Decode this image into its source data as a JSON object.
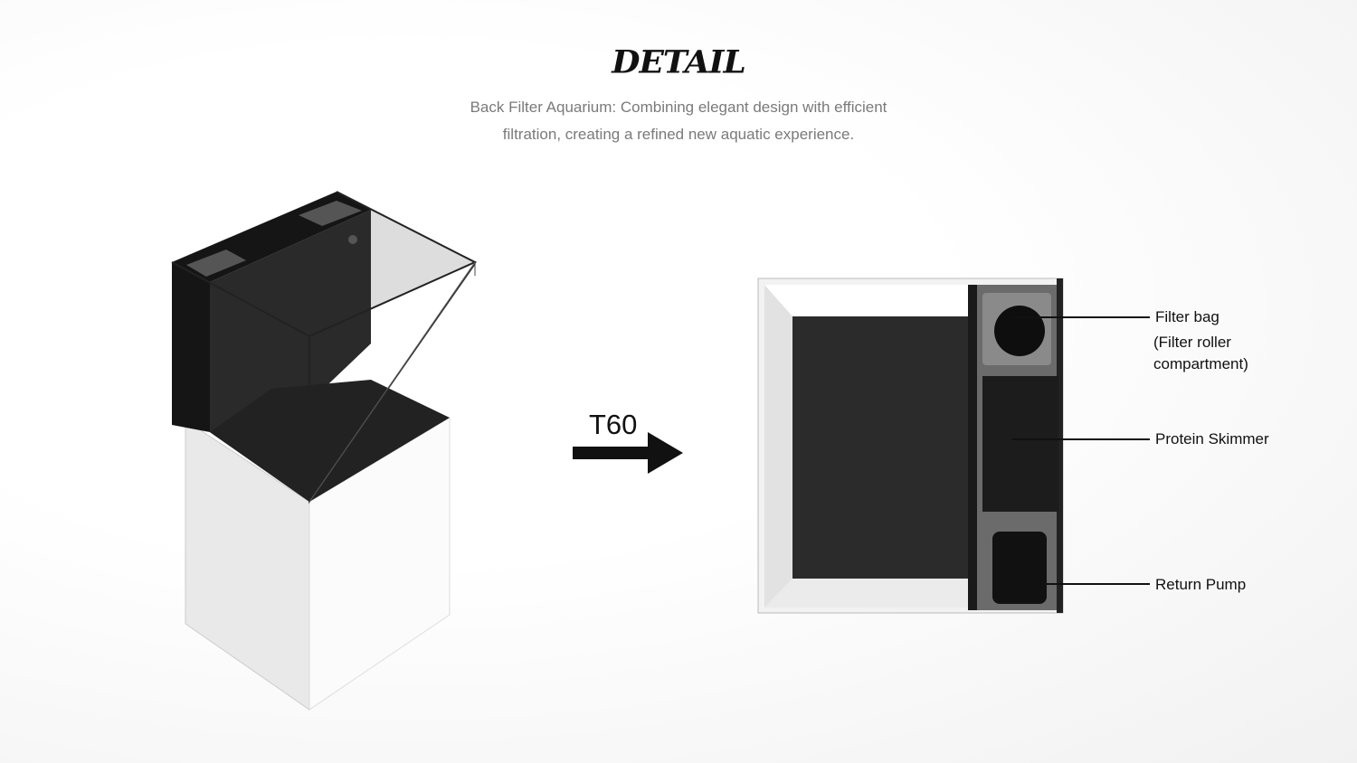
{
  "header": {
    "title": "DETAIL",
    "subtitle_line1": "Back Filter Aquarium: Combining elegant design with efficient",
    "subtitle_line2": "filtration, creating a refined new aquatic experience."
  },
  "model_label": "T60",
  "callouts": [
    {
      "label": "Filter bag",
      "sublabel_line1": "(Filter roller",
      "sublabel_line2": "compartment)"
    },
    {
      "label": "Protein Skimmer"
    },
    {
      "label": "Return Pump"
    }
  ]
}
